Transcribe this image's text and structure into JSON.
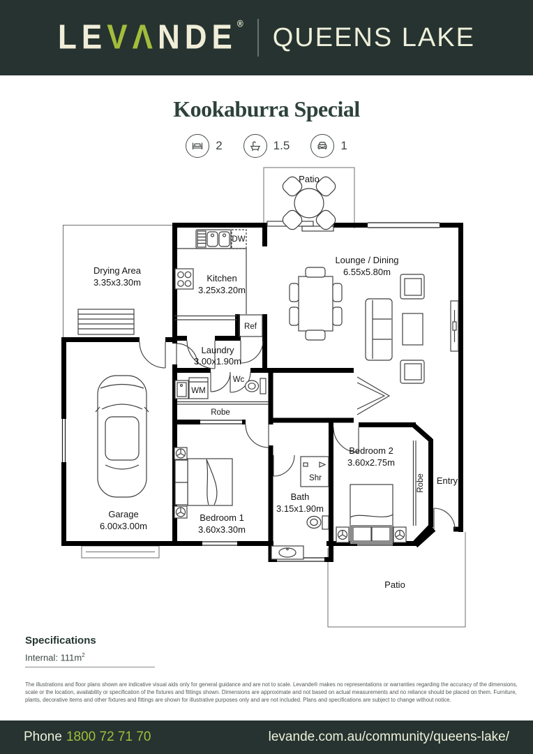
{
  "header": {
    "brand_le": "LE",
    "brand_va": "VΛ",
    "brand_nde": "NDE",
    "registered": "®",
    "community": "QUEENS LAKE"
  },
  "title": "Kookaburra Special",
  "features": {
    "beds": "2",
    "baths": "1.5",
    "cars": "1"
  },
  "floorplan": {
    "patio_top": "Patio",
    "patio_bottom": "Patio",
    "drying_area": {
      "name": "Drying Area",
      "dims": "3.35x3.30m"
    },
    "kitchen": {
      "name": "Kitchen",
      "dims": "3.25x3.20m"
    },
    "lounge": {
      "name": "Lounge / Dining",
      "dims": "6.55x5.80m"
    },
    "laundry": {
      "name": "Laundry",
      "dims": "3.00x1.90m"
    },
    "garage": {
      "name": "Garage",
      "dims": "6.00x3.00m"
    },
    "bedroom1": {
      "name": "Bedroom 1",
      "dims": "3.60x3.30m"
    },
    "bedroom2": {
      "name": "Bedroom 2",
      "dims": "3.60x2.75m"
    },
    "bath": {
      "name": "Bath",
      "dims": "3.15x1.90m"
    },
    "labels": {
      "dw": "DW",
      "ref": "Ref",
      "wm": "WM",
      "wc": "Wc",
      "robe_hall": "Robe",
      "robe_bed2": "Robe",
      "shr": "Shr",
      "entry": "Entry"
    }
  },
  "specs": {
    "heading": "Specifications",
    "internal": "Internal: 111m",
    "internal_sup": "2"
  },
  "disclaimer": "The illustrations and floor plans shown are indicative visual aids only for general guidance and are not to scale. Levande® makes no representations or warranties regarding the accuracy of the dimensions, scale or the location, availability or specification of the fixtures and fittings shown. Dimensions are approximate and not based on actual measurements and no reliance should be placed on them. Furniture, plants, decorative items and other fixtures and fittings are shown for illustrative purposes only and are not included. Plans and specifications are subject to change without notice.",
  "footer": {
    "phone_label": "Phone",
    "phone_number": "1800 72 71 70",
    "url": "levande.com.au/community/queens-lake/"
  }
}
